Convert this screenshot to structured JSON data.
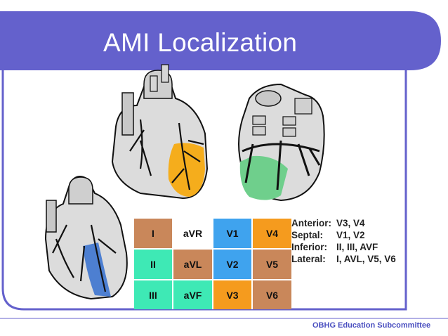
{
  "slide": {
    "title": "AMI Localization",
    "footer": "OBHG Education Subcommittee",
    "colors": {
      "banner": "#6461cc",
      "frame": "#6461cc",
      "footer_text": "#4a4fc0"
    }
  },
  "heart_diagrams": [
    {
      "view": "anterior",
      "highlight_color": "#f5ad1c",
      "icon": "heart-anterior-icon"
    },
    {
      "view": "posterior",
      "highlight_color": "#6fcf8c",
      "icon": "heart-posterior-icon"
    },
    {
      "view": "lateral",
      "highlight_color": "#4d7fd1",
      "icon": "heart-lateral-icon"
    }
  ],
  "lead_grid": {
    "rows": [
      [
        {
          "label": "I",
          "color": "#c9875a"
        },
        {
          "label": "aVR",
          "color": "#ffffff"
        },
        {
          "label": "V1",
          "color": "#3fa3ee"
        },
        {
          "label": "V4",
          "color": "#f59b1e"
        }
      ],
      [
        {
          "label": "II",
          "color": "#3ee9b5"
        },
        {
          "label": "aVL",
          "color": "#c9875a"
        },
        {
          "label": "V2",
          "color": "#3fa3ee"
        },
        {
          "label": "V5",
          "color": "#c9875a"
        }
      ],
      [
        {
          "label": "III",
          "color": "#3ee9b5"
        },
        {
          "label": "aVF",
          "color": "#3ee9b5"
        },
        {
          "label": "V3",
          "color": "#f59b1e"
        },
        {
          "label": "V6",
          "color": "#c9875a"
        }
      ]
    ]
  },
  "legend": [
    {
      "region": "Anterior:",
      "leads": "V3, V4"
    },
    {
      "region": "Septal:",
      "leads": "V1, V2"
    },
    {
      "region": "Inferior:",
      "leads": "II, III, AVF"
    },
    {
      "region": "Lateral:",
      "leads": "I, AVL, V5, V6"
    }
  ]
}
